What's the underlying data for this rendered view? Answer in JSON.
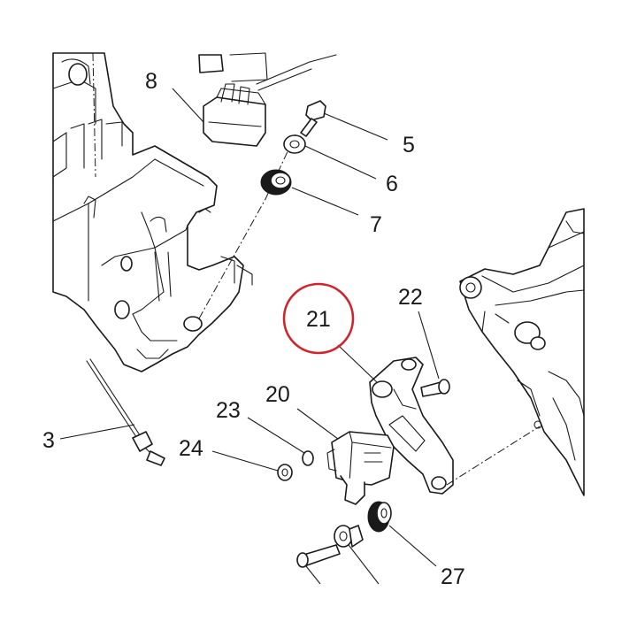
{
  "callouts": [
    {
      "id": "8",
      "label": "8"
    },
    {
      "id": "5",
      "label": "5"
    },
    {
      "id": "6",
      "label": "6"
    },
    {
      "id": "7",
      "label": "7"
    },
    {
      "id": "21",
      "label": "21",
      "highlighted": true
    },
    {
      "id": "22",
      "label": "22"
    },
    {
      "id": "20",
      "label": "20"
    },
    {
      "id": "23",
      "label": "23"
    },
    {
      "id": "24",
      "label": "24"
    },
    {
      "id": "27",
      "label": "27"
    },
    {
      "id": "3",
      "label": "3"
    }
  ],
  "colors": {
    "line": "#1a1a1a",
    "highlight": "#d0232a",
    "background": "#ffffff"
  }
}
